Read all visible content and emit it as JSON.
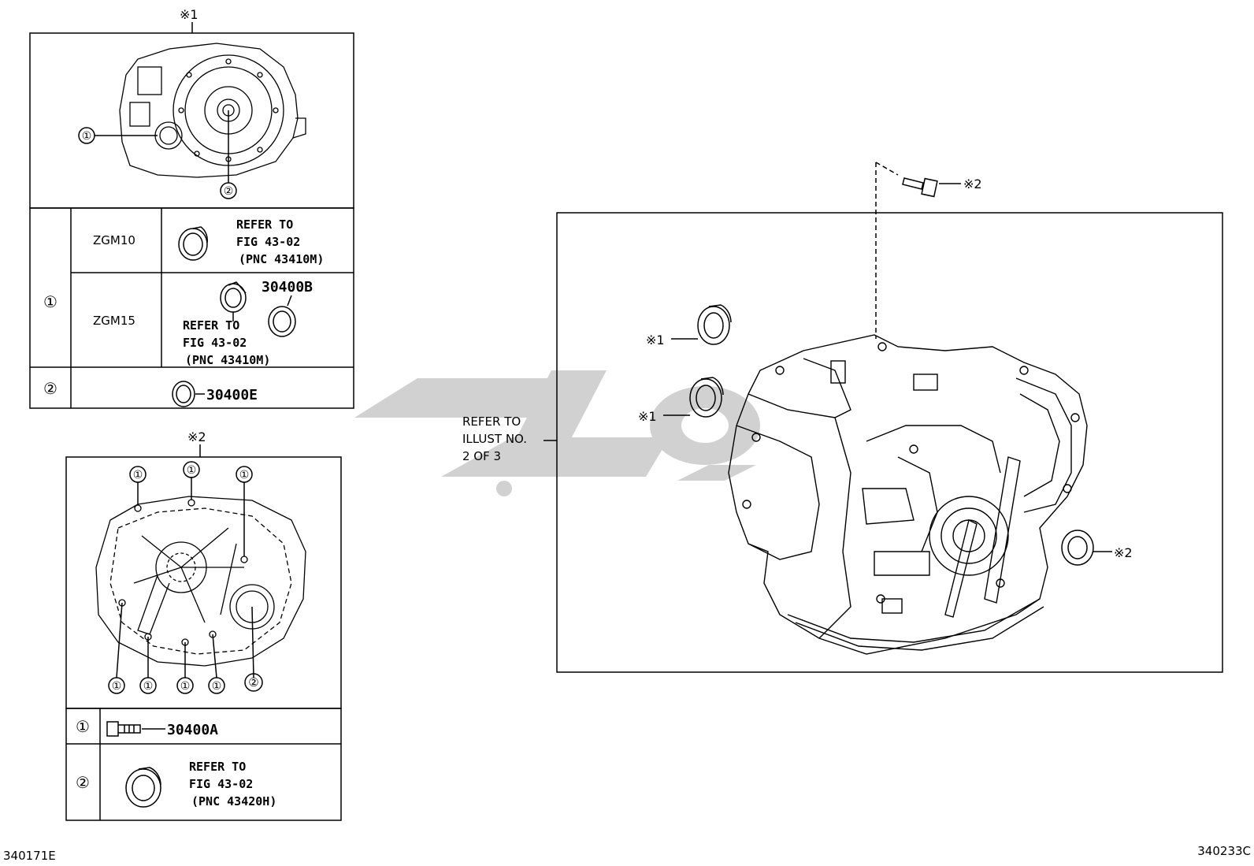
{
  "top_left": {
    "marker": "※1",
    "callouts": [
      "①",
      "②"
    ],
    "table": {
      "row1": {
        "key": "①",
        "zgm10": {
          "model": "ZGM10",
          "refer": [
            "REFER TO",
            "FIG 43-02",
            "(PNC 43410M)"
          ]
        },
        "zgm15": {
          "model": "ZGM15",
          "part": "30400B",
          "refer": [
            "REFER TO",
            "FIG 43-02",
            "(PNC 43410M)"
          ]
        }
      },
      "row2": {
        "key": "②",
        "part": "30400E"
      }
    }
  },
  "bottom_left": {
    "marker": "※2",
    "callouts_top": [
      "①",
      "①",
      "①"
    ],
    "callouts_bottom": [
      "①",
      "①",
      "①",
      "①",
      "②"
    ],
    "table": {
      "row1": {
        "key": "①",
        "part": "30400A"
      },
      "row2": {
        "key": "②",
        "refer": [
          "REFER TO",
          "FIG 43-02",
          "(PNC 43420H)"
        ]
      }
    }
  },
  "right": {
    "bolt_label": "※2",
    "seal_labels": [
      "※1",
      "※1",
      "※2"
    ],
    "refer_lines": [
      "REFER TO",
      "ILLUST NO.",
      "2 OF 3"
    ]
  },
  "footer": {
    "left_code": "340171E",
    "right_code": "340233C"
  },
  "colors": {
    "line": "#000000",
    "watermark": "#c8c8c8"
  }
}
